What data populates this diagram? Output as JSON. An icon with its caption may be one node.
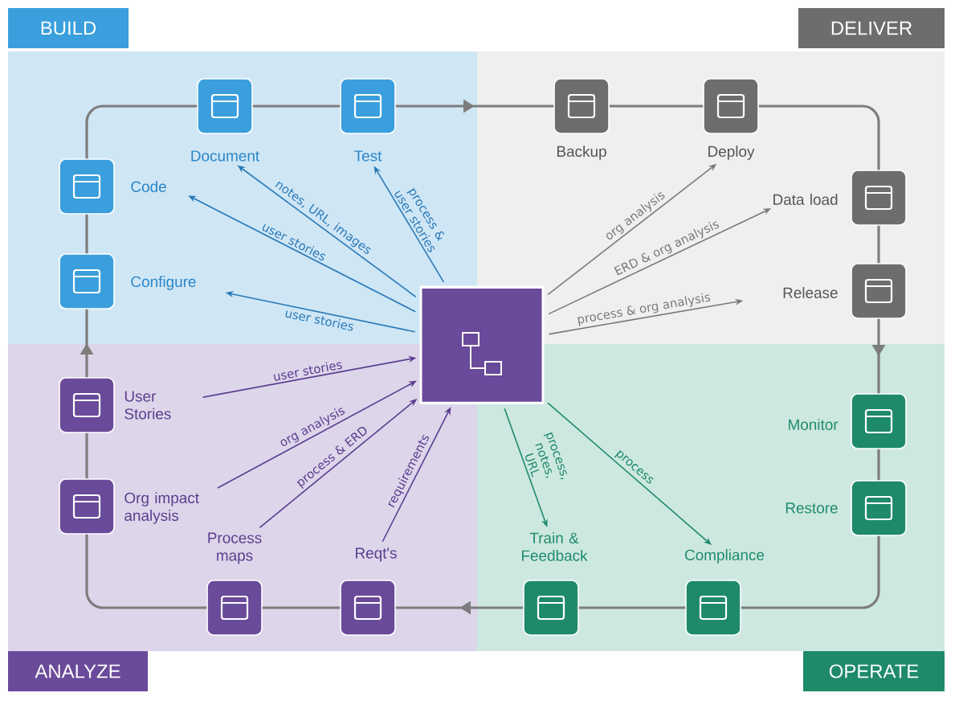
{
  "diagram": {
    "nodes": [
      {
        "text": [
          "BUILD"
        ]
      },
      {
        "text": [
          "Document"
        ],
        "in": 0
      },
      {
        "text": [
          "Test"
        ],
        "in": 0
      },
      {
        "text": [
          "Code"
        ],
        "in": 0
      },
      {
        "text": [
          "Configure"
        ],
        "in": 0
      },
      {
        "text": [
          "DELIVER"
        ]
      },
      {
        "text": [
          "Backup"
        ],
        "in": 5
      },
      {
        "text": [
          "Deploy"
        ],
        "in": 5
      },
      {
        "text": [
          "Data load"
        ],
        "in": 5
      },
      {
        "text": [
          "Release"
        ],
        "in": 5
      },
      {
        "text": [
          "OPERATE"
        ]
      },
      {
        "text": [
          "Monitor"
        ],
        "in": 10
      },
      {
        "text": [
          "Restore"
        ],
        "in": 10
      },
      {
        "text": [
          "Compliance"
        ],
        "in": 10
      },
      {
        "text": [
          "Train & Feedback"
        ],
        "in": 10
      },
      {
        "text": [
          "ANALYZE"
        ]
      },
      {
        "text": [
          "User Stories"
        ],
        "in": 15
      },
      {
        "text": [
          "Org impact analysis"
        ],
        "in": 15
      },
      {
        "text": [
          "Process maps"
        ],
        "in": 15
      },
      {
        "text": [
          "Reqt's"
        ],
        "in": 15
      },
      {
        "text": [],
        "shape": "cylinder"
      }
    ],
    "edges": [
      {
        "from": 4,
        "to": 3,
        "arrow": "none"
      },
      {
        "from": 3,
        "to": 1,
        "arrow": "none"
      },
      {
        "from": 1,
        "to": 2,
        "arrow": "none"
      },
      {
        "from": 2,
        "to": 6,
        "arrow": "to"
      },
      {
        "from": 6,
        "to": 7,
        "arrow": "none"
      },
      {
        "from": 7,
        "to": 8,
        "arrow": "none"
      },
      {
        "from": 8,
        "to": 9,
        "arrow": "none"
      },
      {
        "from": 9,
        "to": 11,
        "arrow": "to"
      },
      {
        "from": 11,
        "to": 12,
        "arrow": "none"
      },
      {
        "from": 12,
        "to": 13,
        "arrow": "none"
      },
      {
        "from": 13,
        "to": 14,
        "arrow": "none"
      },
      {
        "from": 14,
        "to": 19,
        "arrow": "to"
      },
      {
        "from": 19,
        "to": 18,
        "arrow": "none"
      },
      {
        "from": 18,
        "to": 17,
        "arrow": "none"
      },
      {
        "from": 17,
        "to": 16,
        "arrow": "none"
      },
      {
        "from": 16,
        "to": 4,
        "arrow": "to"
      },
      {
        "from": 20,
        "to": 2,
        "arrow": "to",
        "label": "process & user stories",
        "color": "#2a7ab8"
      },
      {
        "from": 20,
        "to": 1,
        "arrow": "to",
        "label": "notes, URL, images",
        "color": "#2a7ab8"
      },
      {
        "from": 20,
        "to": 3,
        "arrow": "to",
        "label": "user stories",
        "color": "#2a7ab8"
      },
      {
        "from": 20,
        "to": 4,
        "arrow": "to",
        "label": "user stories",
        "color": "#2a7ab8"
      },
      {
        "from": 20,
        "to": 7,
        "arrow": "to",
        "label": "org analysis",
        "color": "#7a7a7a"
      },
      {
        "from": 20,
        "to": 8,
        "arrow": "to",
        "label": "ERD & org analysis",
        "color": "#7a7a7a"
      },
      {
        "from": 20,
        "to": 9,
        "arrow": "to",
        "label": "process & org analysis",
        "color": "#7a7a7a"
      },
      {
        "from": 16,
        "to": 20,
        "arrow": "to",
        "label": "user stories",
        "color": "#5a3d8f"
      },
      {
        "from": 17,
        "to": 20,
        "arrow": "to",
        "label": "org analysis",
        "color": "#5a3d8f"
      },
      {
        "from": 18,
        "to": 20,
        "arrow": "to",
        "label": "process & ERD",
        "color": "#5a3d8f"
      },
      {
        "from": 19,
        "to": 20,
        "arrow": "to",
        "label": "requirements",
        "color": "#5a3d8f"
      },
      {
        "from": 20,
        "to": 14,
        "arrow": "to",
        "label": "process, notes, URL",
        "color": "#1e8a6a"
      },
      {
        "from": 20,
        "to": 13,
        "arrow": "to",
        "label": "process",
        "color": "#1e8a6a"
      }
    ]
  }
}
